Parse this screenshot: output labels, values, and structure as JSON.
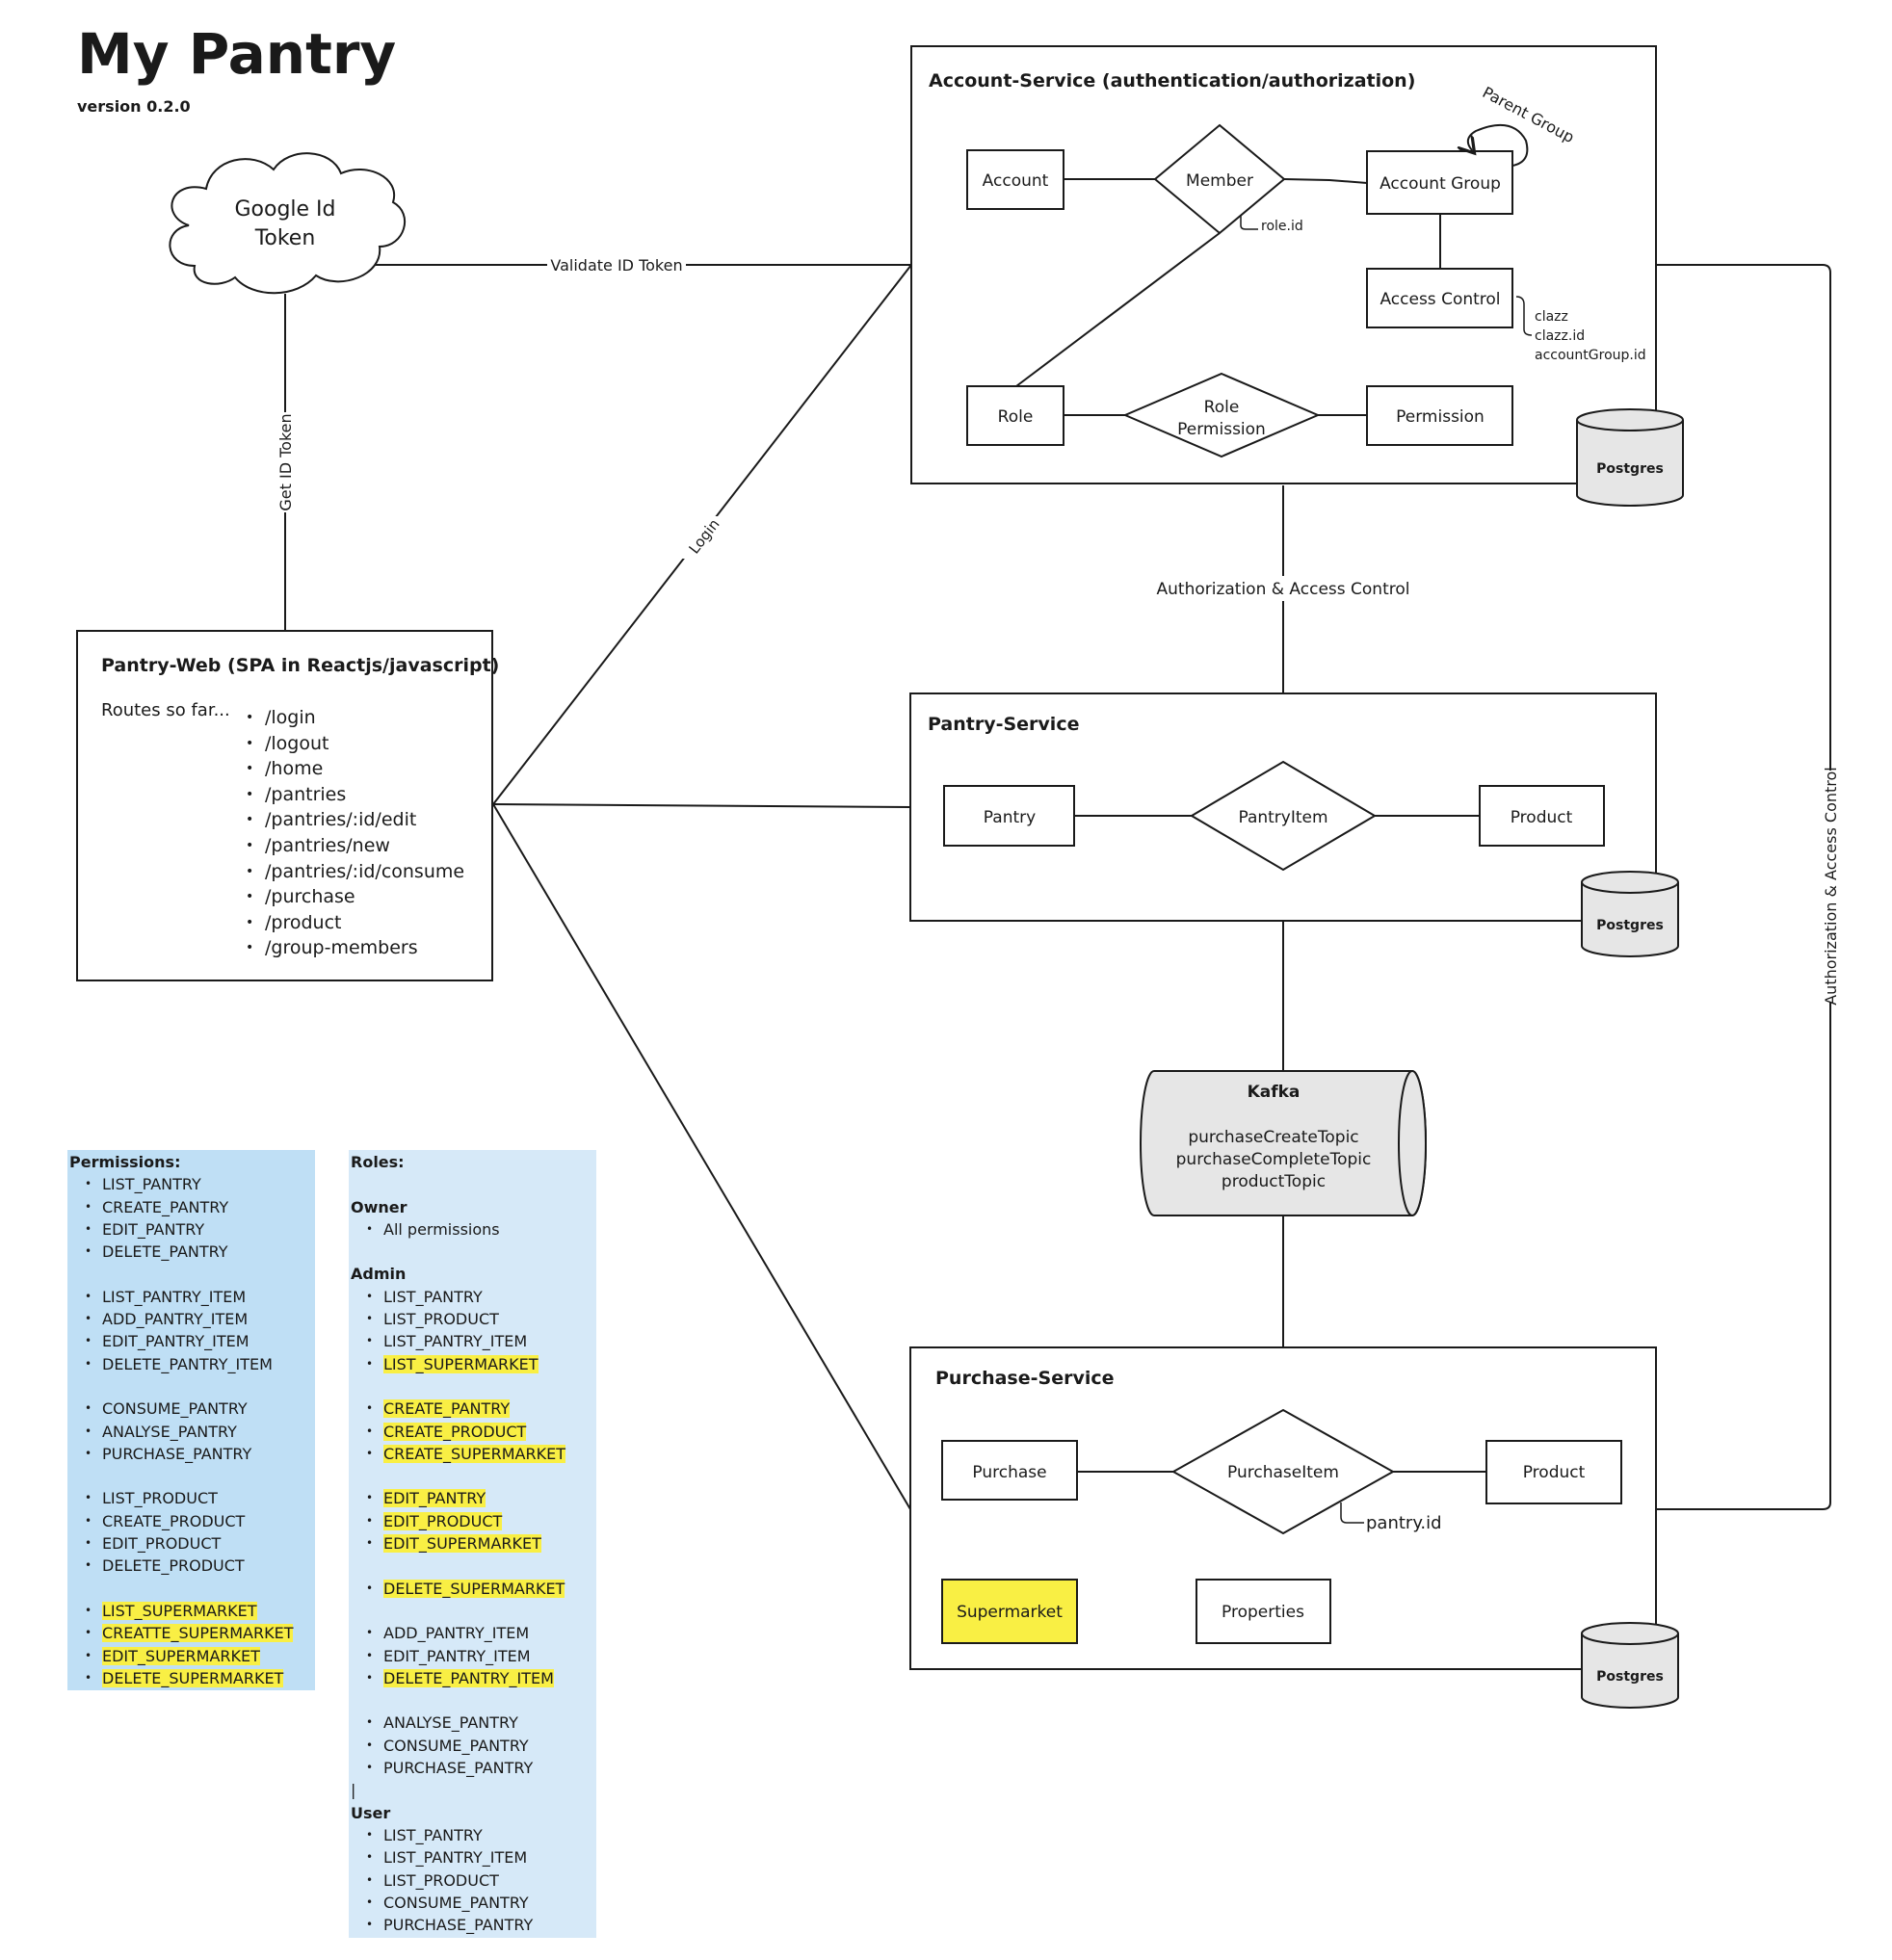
{
  "header": {
    "title": "My Pantry",
    "version": "version 0.2.0"
  },
  "cloud": {
    "line1": "Google Id",
    "line2": "Token"
  },
  "connections": {
    "validate_id_token": "Validate ID Token",
    "get_id_token": "Get ID Token",
    "login": "Login",
    "auth_access_control": "Authorization & Access Control",
    "auth_access_control_side": "Authorization & Access Control"
  },
  "pantry_web": {
    "title": "Pantry-Web (SPA in Reactjs/javascript)",
    "routes_label": "Routes so far...",
    "routes": [
      "/login",
      "/logout",
      "/home",
      "/pantries",
      "/pantries/:id/edit",
      "/pantries/new",
      "/pantries/:id/consume",
      "/purchase",
      "/product",
      "/group-members"
    ]
  },
  "account_service": {
    "title": "Account-Service (authentication/authorization)",
    "account": "Account",
    "member": "Member",
    "account_group": "Account Group",
    "parent_group": "Parent Group",
    "role_id": "role.id",
    "access_control": "Access Control",
    "access_notes": [
      "clazz",
      "clazz.id",
      "accountGroup.id"
    ],
    "role": "Role",
    "role_permission_1": "Role",
    "role_permission_2": "Permission",
    "permission": "Permission",
    "db": "Postgres"
  },
  "pantry_service": {
    "title": "Pantry-Service",
    "pantry": "Pantry",
    "pantry_item": "PantryItem",
    "product": "Product",
    "db": "Postgres"
  },
  "kafka": {
    "title": "Kafka",
    "topics": [
      "purchaseCreateTopic",
      "purchaseCompleteTopic",
      "productTopic"
    ]
  },
  "purchase_service": {
    "title": "Purchase-Service",
    "purchase": "Purchase",
    "purchase_item": "PurchaseItem",
    "product": "Product",
    "pantry_id": "pantry.id",
    "supermarket": "Supermarket",
    "properties": "Properties",
    "db": "Postgres"
  },
  "colors": {
    "permissions_bg": "#bfdff5",
    "roles_bg": "#d6e9f8",
    "highlight": "#f9ef44",
    "db_fill": "#e6e6e6",
    "stroke": "#1a1a1a"
  },
  "permissions": {
    "title": "Permissions:",
    "groups": [
      {
        "items": [
          {
            "t": "LIST_PANTRY"
          },
          {
            "t": "CREATE_PANTRY"
          },
          {
            "t": "EDIT_PANTRY"
          },
          {
            "t": "DELETE_PANTRY"
          }
        ]
      },
      {
        "items": [
          {
            "t": "LIST_PANTRY_ITEM"
          },
          {
            "t": "ADD_PANTRY_ITEM"
          },
          {
            "t": "EDIT_PANTRY_ITEM"
          },
          {
            "t": "DELETE_PANTRY_ITEM"
          }
        ]
      },
      {
        "items": [
          {
            "t": "CONSUME_PANTRY"
          },
          {
            "t": "ANALYSE_PANTRY"
          },
          {
            "t": "PURCHASE_PANTRY"
          }
        ]
      },
      {
        "items": [
          {
            "t": "LIST_PRODUCT"
          },
          {
            "t": "CREATE_PRODUCT"
          },
          {
            "t": "EDIT_PRODUCT"
          },
          {
            "t": "DELETE_PRODUCT"
          }
        ]
      },
      {
        "items": [
          {
            "t": "LIST_SUPERMARKET",
            "h": true
          },
          {
            "t": "CREATTE_SUPERMARKET",
            "h": true
          },
          {
            "t": "EDIT_SUPERMARKET",
            "h": true
          },
          {
            "t": "DELETE_SUPERMARKET",
            "h": true
          }
        ]
      }
    ]
  },
  "roles": {
    "title": "Roles:",
    "owner": {
      "name": "Owner",
      "items": [
        {
          "t": "All permissions"
        }
      ]
    },
    "admin": {
      "name": "Admin",
      "groups": [
        {
          "items": [
            {
              "t": "LIST_PANTRY"
            },
            {
              "t": "LIST_PRODUCT"
            },
            {
              "t": "LIST_PANTRY_ITEM"
            },
            {
              "t": "LIST_SUPERMARKET",
              "h": true
            }
          ]
        },
        {
          "items": [
            {
              "t": "CREATE_PANTRY",
              "h": true
            },
            {
              "t": "CREATE_PRODUCT",
              "h": true
            },
            {
              "t": "CREATE_SUPERMARKET",
              "h": true
            }
          ]
        },
        {
          "items": [
            {
              "t": "EDIT_PANTRY",
              "h": true
            },
            {
              "t": "EDIT_PRODUCT",
              "h": true
            },
            {
              "t": "EDIT_SUPERMARKET",
              "h": true
            }
          ]
        },
        {
          "items": [
            {
              "t": "DELETE_SUPERMARKET",
              "h": true
            }
          ]
        },
        {
          "items": [
            {
              "t": "ADD_PANTRY_ITEM"
            },
            {
              "t": "EDIT_PANTRY_ITEM"
            },
            {
              "t": "DELETE_PANTRY_ITEM",
              "h": true
            }
          ]
        },
        {
          "items": [
            {
              "t": "ANALYSE_PANTRY"
            },
            {
              "t": "CONSUME_PANTRY"
            },
            {
              "t": "PURCHASE_PANTRY"
            }
          ]
        }
      ]
    },
    "user": {
      "name": "User",
      "items": [
        {
          "t": "LIST_PANTRY"
        },
        {
          "t": "LIST_PANTRY_ITEM"
        },
        {
          "t": "LIST_PRODUCT"
        },
        {
          "t": "CONSUME_PANTRY"
        },
        {
          "t": "PURCHASE_PANTRY"
        }
      ]
    }
  }
}
